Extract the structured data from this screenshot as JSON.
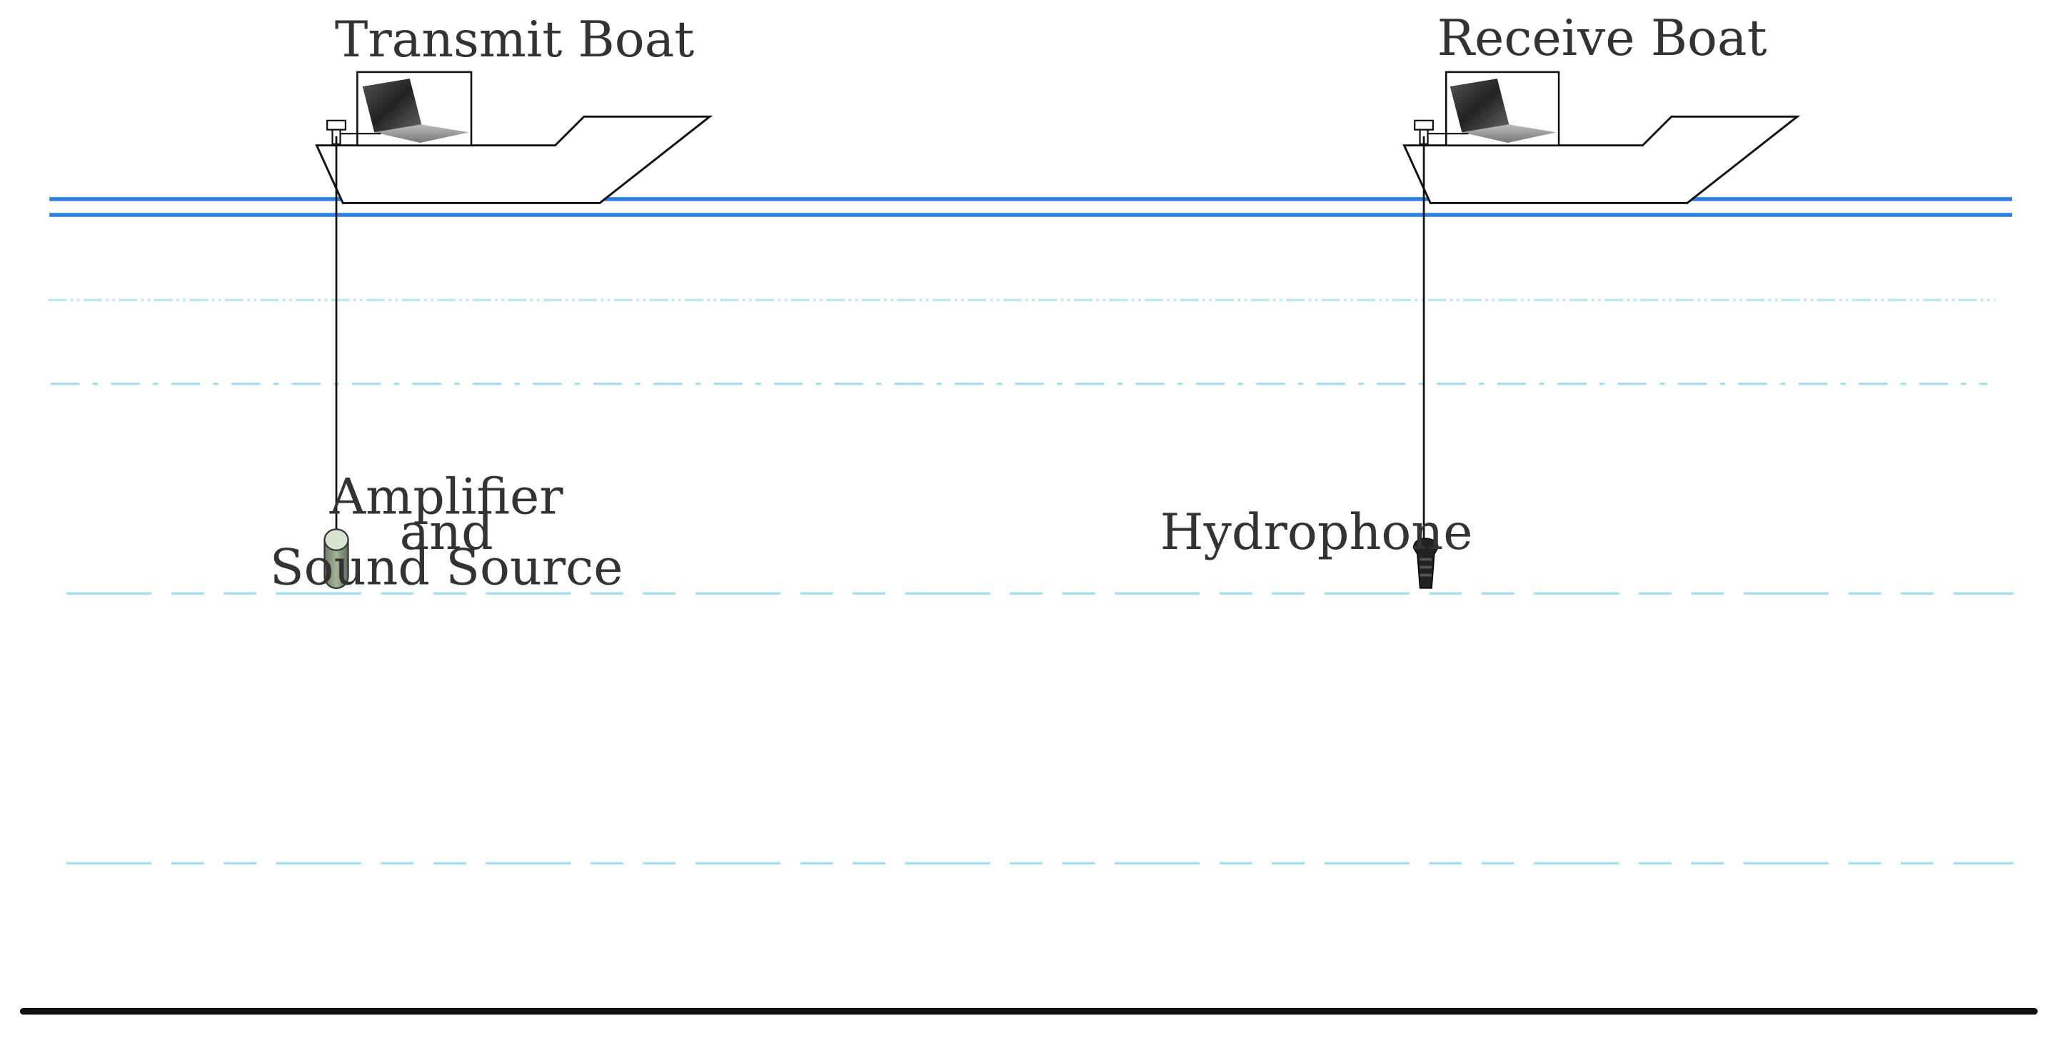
{
  "labels": {
    "transmit_boat": "Transmit Boat",
    "receive_boat": "Receive Boat",
    "source_line1": "Amplifier",
    "source_line2": "and",
    "source_line3": "Sound Source",
    "hydrophone": "Hydrophone"
  },
  "colors": {
    "water_surface": "#2f7fe0",
    "depth_lines": "#9fdff0",
    "seabed": "#111111",
    "boat_outline": "#111111",
    "sound_source_fill": "#8a9a80",
    "hydrophone_fill": "#222222"
  },
  "icons": [
    "laptop-icon",
    "sound-source-icon",
    "hydrophone-icon",
    "winch-icon"
  ]
}
